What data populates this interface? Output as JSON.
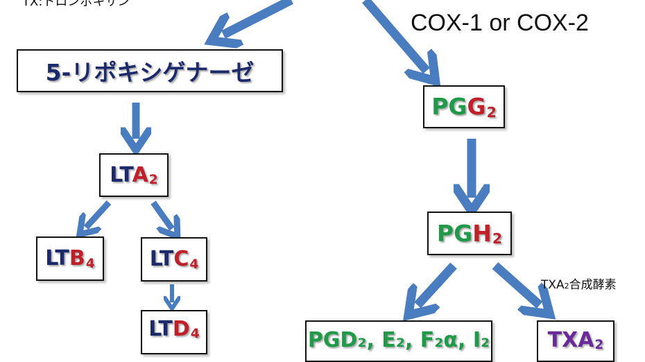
{
  "colors": {
    "arrow": "#4a7dbf",
    "navy": "#1b2a6b",
    "red": "#c0202a",
    "green": "#1e9a48",
    "purple": "#6a2a9a"
  },
  "top_label": "TX:トロンボキサン",
  "cox_label": "COX-1 or COX-2",
  "lipox": {
    "text": "5-リポキシゲナーゼ"
  },
  "lta2": {
    "p1": "LT",
    "p2": "A",
    "sub": "2"
  },
  "ltb4": {
    "p1": "LT",
    "p2": "B",
    "sub": "4"
  },
  "ltc4": {
    "p1": "LT",
    "p2": "C",
    "sub": "4"
  },
  "ltd4": {
    "p1": "LT",
    "p2": "D",
    "sub": "4"
  },
  "pgg2": {
    "p1": "PG",
    "p2": "G",
    "sub": "2"
  },
  "pgh2": {
    "p1": "PG",
    "p2": "H",
    "sub": "2"
  },
  "pgd2": {
    "text": "PGD₂, E₂, F₂α, I₂"
  },
  "txa2": {
    "p1": "TXA",
    "sub": "2"
  },
  "txa2_enzyme": {
    "main": "TXA",
    "sub": "2",
    "rest": "合成酵素"
  }
}
